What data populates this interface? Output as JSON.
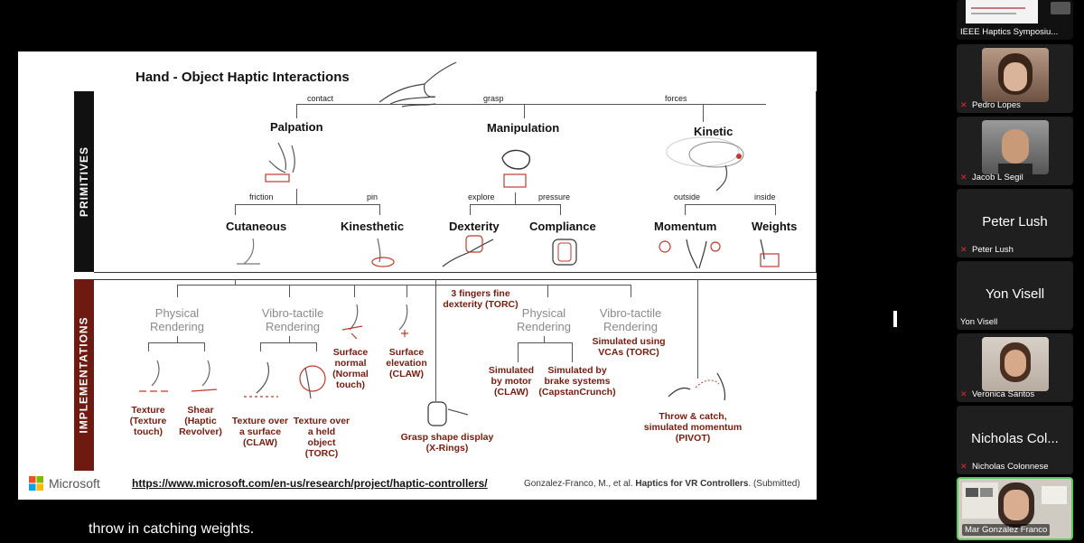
{
  "slide": {
    "title": "Hand - Object Haptic Interactions",
    "bands": {
      "primitives": "PRIMITIVES",
      "implementations": "IMPLEMENTATIONS"
    },
    "edges": {
      "contact": "contact",
      "grasp": "grasp",
      "forces": "forces",
      "friction": "friction",
      "pin": "pin",
      "explore": "explore",
      "pressure": "pressure",
      "outside": "outside",
      "inside": "inside"
    },
    "primitives": {
      "palpation": "Palpation",
      "manipulation": "Manipulation",
      "kinetic": "Kinetic",
      "cutaneous": "Cutaneous",
      "kinesthetic": "Kinesthetic",
      "dexterity": "Dexterity",
      "compliance": "Compliance",
      "momentum": "Momentum",
      "weights": "Weights"
    },
    "impl": {
      "physical_1": "Physical Rendering",
      "vibro_1": "Vibro-tactile Rendering",
      "physical_2": "Physical Rendering",
      "vibro_2": "Vibro-tactile Rendering",
      "texture_touch": "Texture (Texture touch)",
      "shear": "Shear (Haptic Revolver)",
      "texture_surface": "Texture over a surface (CLAW)",
      "texture_held": "Texture over a held object (TORC)",
      "surface_normal": "Surface normal (Normal touch)",
      "surface_elev": "Surface elevation (CLAW)",
      "fingers_fine": "3 fingers fine dexterity (TORC)",
      "grasp_shape": "Grasp shape display (X-Rings)",
      "sim_motor": "Simulated by motor (CLAW)",
      "sim_brake": "Simulated by brake systems (CapstanCrunch)",
      "sim_vcas": "Simulated using VCAs (TORC)",
      "throw_catch": "Throw & catch, simulated momentum (PIVOT)"
    },
    "footer": {
      "logo": "Microsoft",
      "url": "https://www.microsoft.com/en-us/research/project/haptic-controllers/",
      "cite_prefix": "Gonzalez-Franco, M., et al.",
      "cite_title": "Haptics for VR Controllers",
      "cite_suffix": ". (Submitted)"
    }
  },
  "caption": "throw in catching weights.",
  "participants": [
    {
      "name": "IEEE Haptics Symposiu...",
      "type": "thumb"
    },
    {
      "name": "Pedro Lopes",
      "type": "video",
      "muted": true
    },
    {
      "name": "Jacob L Segil",
      "type": "video",
      "muted": true
    },
    {
      "name": "Peter Lush",
      "big": "Peter Lush",
      "type": "name",
      "muted": true
    },
    {
      "name": "Yon Visell",
      "big": "Yon Visell",
      "type": "name",
      "muted": false
    },
    {
      "name": "Veronica Santos",
      "type": "video",
      "muted": true
    },
    {
      "name": "Nicholas Colonnese",
      "big": "Nicholas Col...",
      "type": "name",
      "muted": true
    },
    {
      "name": "Mar Gonzalez Franco",
      "type": "video-active",
      "muted": false
    }
  ],
  "colors": {
    "accent_dark_red": "#7a1a0d",
    "band_primitives": "#111111",
    "band_impl": "#6e1a10",
    "active_border": "#5ac85a"
  }
}
